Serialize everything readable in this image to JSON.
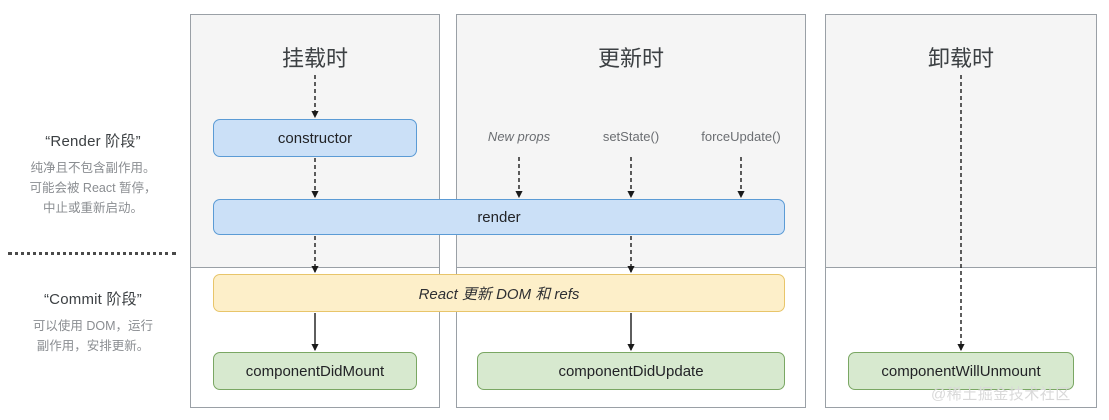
{
  "legend": {
    "render_phase": {
      "title": "“Render 阶段”",
      "desc_line1": "纯净且不包含副作用。",
      "desc_line2": "可能会被 React 暂停，",
      "desc_line3": "中止或重新启动。"
    },
    "commit_phase": {
      "title": "“Commit 阶段”",
      "desc_line1": "可以使用 DOM，运行",
      "desc_line2": "副作用，安排更新。"
    }
  },
  "panels": {
    "mounting": {
      "title": "挂载时"
    },
    "updating": {
      "title": "更新时"
    },
    "unmounting": {
      "title": "卸载时"
    }
  },
  "triggers": [
    {
      "label": "New props",
      "style": "italic"
    },
    {
      "label": "setState()",
      "style": "normal"
    },
    {
      "label": "forceUpdate()",
      "style": "normal"
    }
  ],
  "boxes": {
    "constructor": "constructor",
    "render": "render",
    "update_dom": "React 更新 DOM 和 refs",
    "component_did_mount": "componentDidMount",
    "component_did_update": "componentDidUpdate",
    "component_will_unmount": "componentWillUnmount"
  },
  "watermark": "@稀土掘金技术社区",
  "colors": {
    "blue_fill": "#cbe0f7",
    "blue_border": "#5b9bd5",
    "green_fill": "#d7e9cf",
    "green_border": "#7aa763",
    "yellow_fill": "#fdefc9",
    "yellow_border": "#e8c56a",
    "panel_border": "#9aa0a6",
    "render_phase_bg": "#f5f5f5",
    "text": "#3c4043",
    "muted_text": "#8a8d91",
    "arrow": "#1a1a1a",
    "watermark": "#d9d9d9"
  }
}
